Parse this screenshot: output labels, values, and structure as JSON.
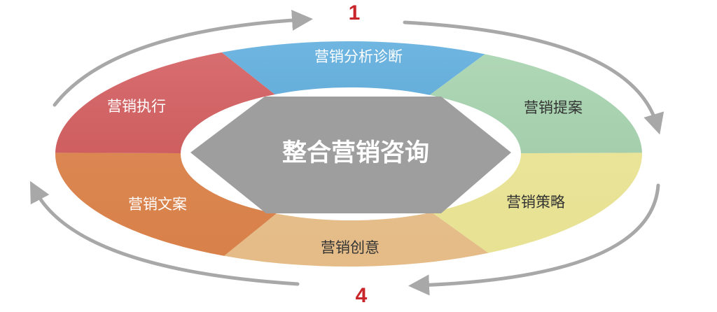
{
  "center": {
    "label": "整合营销咨询",
    "color": "#9e9e9e"
  },
  "segments": [
    {
      "label": "营销分析诊断",
      "color": "#5aaee2",
      "text_color": "#ffffff"
    },
    {
      "label": "营销提案",
      "color": "#a9d9b2",
      "text_color": "#333333"
    },
    {
      "label": "营销策略",
      "color": "#f8f29c",
      "text_color": "#333333"
    },
    {
      "label": "营销创意",
      "color": "#f5c990",
      "text_color": "#333333"
    },
    {
      "label": "营销文案",
      "color": "#e8884c",
      "text_color": "#ffffff"
    },
    {
      "label": "营销执行",
      "color": "#d95a5c",
      "text_color": "#ffffff"
    }
  ],
  "step_numbers": {
    "top": "1",
    "bottom": "4"
  },
  "arrow_color": "#a8a8a8"
}
